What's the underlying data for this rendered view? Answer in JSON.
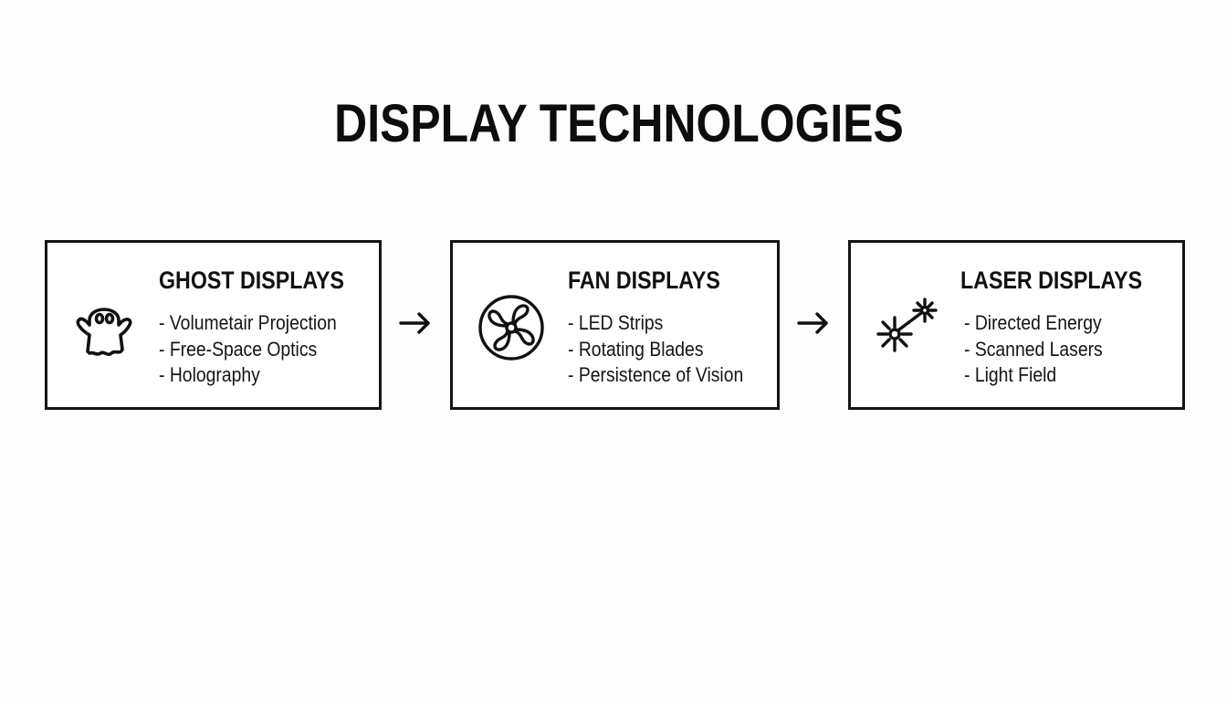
{
  "title": "DISPLAY TECHNOLOGIES",
  "colors": {
    "background": "#fdfdfd",
    "stroke": "#151515",
    "text": "#111111"
  },
  "cards": [
    {
      "heading": "GHOST DISPLAYS",
      "icon": "ghost-icon",
      "items": [
        "- Volumetair Projection",
        "- Free-Space Optics",
        "- Holography"
      ]
    },
    {
      "heading": "FAN DISPLAYS",
      "icon": "fan-icon",
      "items": [
        "- LED Strips",
        "- Rotating Blades",
        "- Persistence of Vision"
      ]
    },
    {
      "heading": "LASER DISPLAYS",
      "icon": "laser-icon",
      "items": [
        "- Directed Energy",
        "- Scanned Lasers",
        "- Light Field"
      ]
    }
  ],
  "connectors": [
    {
      "from": "GHOST DISPLAYS",
      "to": "FAN DISPLAYS",
      "icon": "arrow-right-icon"
    },
    {
      "from": "FAN DISPLAYS",
      "to": "LASER DISPLAYS",
      "icon": "arrow-right-icon"
    }
  ]
}
